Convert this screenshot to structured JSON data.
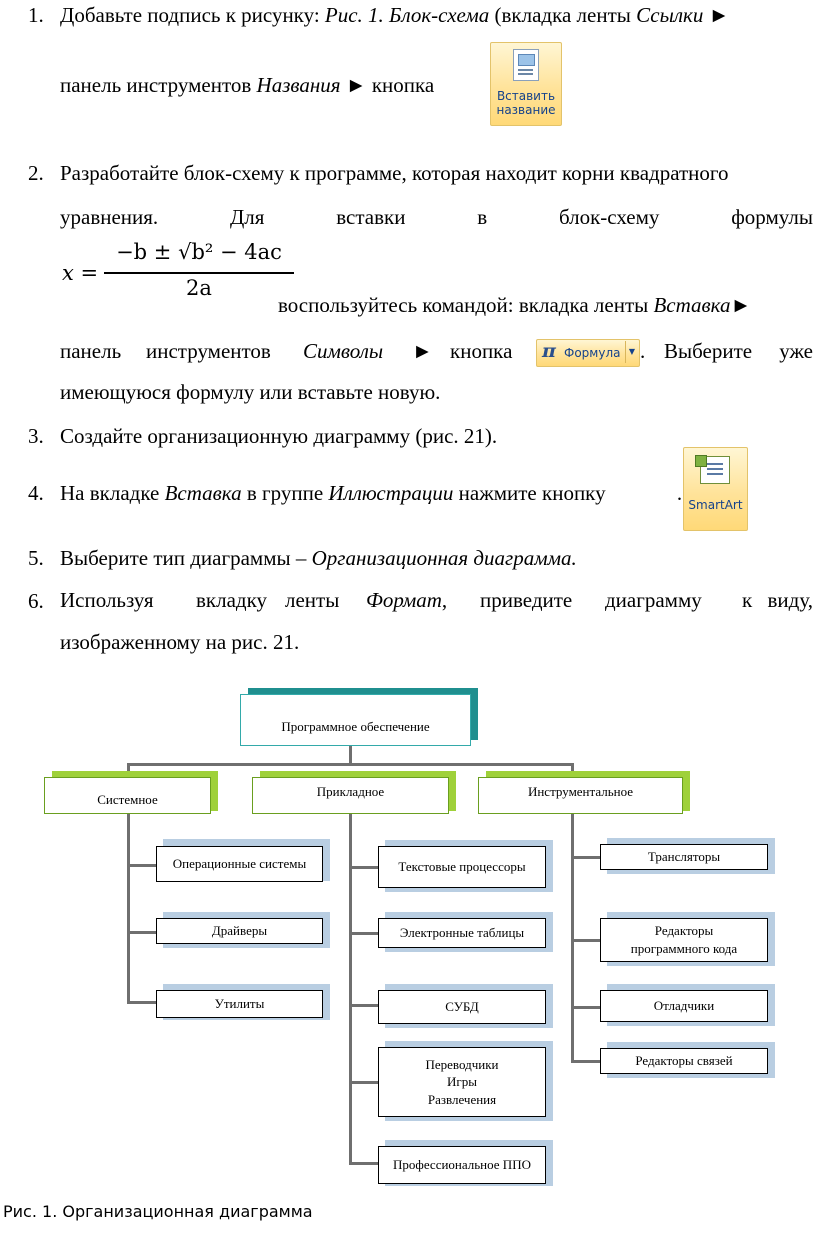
{
  "items": [
    {
      "num": "1.",
      "l1_pre": "Добавьте подпись к рисунку: ",
      "l1_it": "Рис. 1. Блок-схема",
      "l1_mid": " (вкладка ленты ",
      "l1_it2": "Ссылки",
      "l1_end": " ►",
      "l2_pre": "панель инструментов ",
      "l2_it": "Названия",
      "l2_mid": " ► кнопка ",
      "l2_end": ")."
    },
    {
      "num": "2.",
      "l1": "Разработайте блок-схему к программе, которая находит корни квадратного",
      "l2_words": [
        "уравнения.",
        "Для",
        "вставки",
        "в",
        "блок-схему",
        "формулы"
      ],
      "l3_pre": "воспользуйтесь командой: вкладка ленты ",
      "l3_it": "Вставка",
      "l3_end": "►",
      "l4_a": "панель",
      "l4_b": "инструментов",
      "l4_it": "Символы",
      "l4_c": "►",
      "l4_d": "кнопка",
      "l4_e": ".",
      "l4_f": "Выберите",
      "l4_g": "уже",
      "l5": "имеющуюся формулу или вставьте новую."
    },
    {
      "num": "3.",
      "text": "Создайте организационную диаграмму (рис. 21)."
    },
    {
      "num": "4.",
      "pre": "На вкладке ",
      "it": "Вставка",
      "mid": " в группе ",
      "it2": "Иллюстрации",
      "post": " нажмите кнопку ",
      "end": "."
    },
    {
      "num": "5.",
      "pre": "Выберите тип диаграммы – ",
      "it": "Организационная диаграмма."
    },
    {
      "num": "6.",
      "l1_words": [
        "Используя",
        "вкладку",
        "ленты"
      ],
      "l1_it": "Формат",
      "l1_words2": [
        "приведите",
        "диаграмму",
        "к",
        "виду,"
      ],
      "l2": "изображенному на рис. 21."
    }
  ],
  "formula": {
    "lhs": "x =",
    "numerator": "−b ± √b² − 4ac",
    "denominator": "2a"
  },
  "buttons": {
    "caption_button": [
      "Вставить",
      "название"
    ],
    "formula_button": "Формула",
    "formula_glyph": "π",
    "smartart_button": "SmartArt"
  },
  "orgchart": {
    "root": "Программное обеспечение",
    "branches": [
      {
        "title": "Системное",
        "children": [
          "Операционные системы",
          "Драйверы",
          "Утилиты"
        ]
      },
      {
        "title": "Прикладное",
        "children": [
          "Текстовые процессоры",
          "Электронные таблицы",
          "СУБД",
          "Переводчики\nИгры\nРазвлечения",
          "Профессиональное ППО"
        ]
      },
      {
        "title": "Инструментальное",
        "children": [
          "Трансляторы",
          "Редакторы\nпрограммного кода",
          "Отладчики",
          "Редакторы связей"
        ]
      }
    ]
  },
  "caption": "Рис. 1. Организационная диаграмма"
}
